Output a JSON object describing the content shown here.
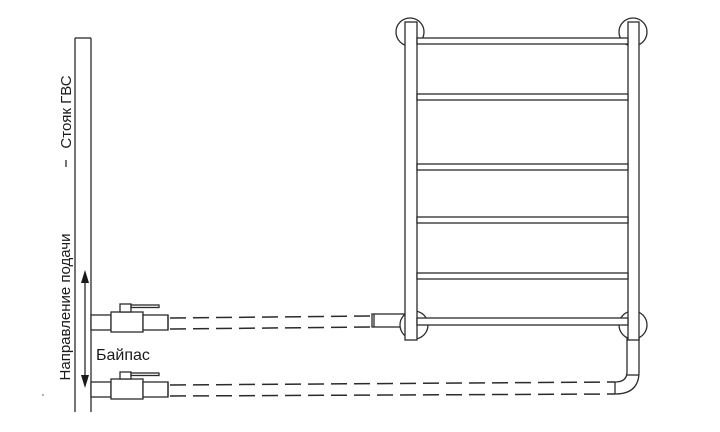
{
  "diagram": {
    "type": "plumbing-schematic",
    "labels": {
      "riser": "Стояк ГВС",
      "flow_direction": "Направление подачи",
      "bypass": "Байпас"
    },
    "components": {
      "riser": {
        "name": "hot water riser",
        "orientation": "vertical"
      },
      "towel_dryer": {
        "type": "ladder",
        "crossbars": 6,
        "wall_mounts": 4
      },
      "valves": [
        {
          "name": "upper ball valve",
          "position": "supply"
        },
        {
          "name": "lower ball valve",
          "position": "return"
        }
      ],
      "pipes": [
        {
          "name": "supply pipe",
          "style": "dashed",
          "connects": "riser -> dryer bottom-left"
        },
        {
          "name": "return pipe",
          "style": "dashed",
          "connects": "dryer bottom-right -> riser"
        }
      ],
      "flow_arrow": {
        "direction": "bidirectional-vertical"
      }
    },
    "colors": {
      "line": "#2b2b2b",
      "background": "#ffffff",
      "text": "#1a1a1a"
    }
  }
}
